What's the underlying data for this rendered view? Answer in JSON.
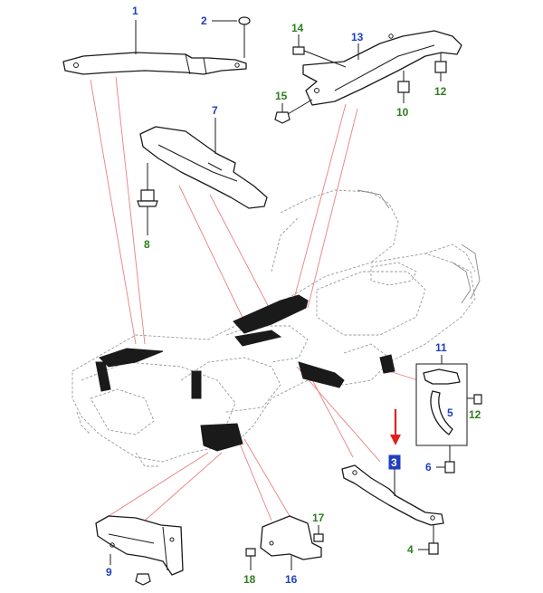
{
  "callouts": {
    "c1": "1",
    "c2": "2",
    "c3": "3",
    "c4": "4",
    "c5": "5",
    "c6": "6",
    "c7": "7",
    "c8": "8",
    "c9": "9",
    "c10": "10",
    "c11": "11",
    "c12a": "12",
    "c12b": "12",
    "c13": "13",
    "c14": "14",
    "c15": "15",
    "c16": "16",
    "c17": "17",
    "c18": "18"
  },
  "colors": {
    "label_blue": "#1f3fbf",
    "label_green": "#2e7d1f",
    "leader_red": "#e88080",
    "arrow_red": "#e02020",
    "highlight_box": "#1f3fbf"
  }
}
